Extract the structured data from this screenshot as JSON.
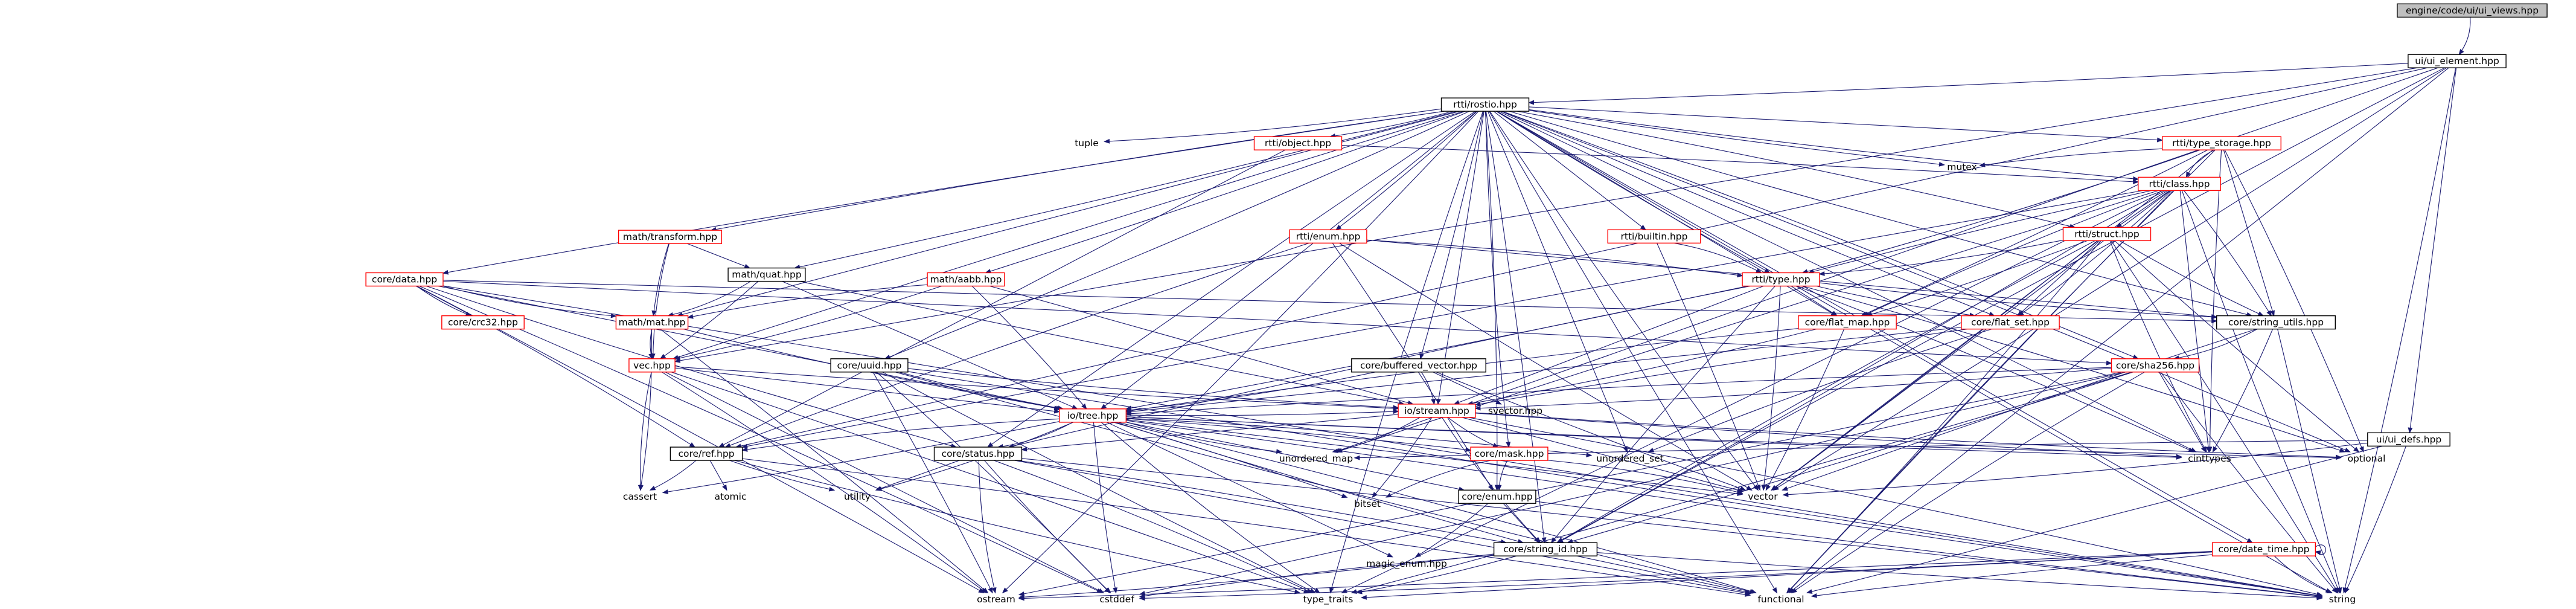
{
  "diagram": {
    "colors": {
      "root_fill": "#bfbfbf",
      "normal_fill": "#ffffff",
      "normal_border": "#000000",
      "linked_border": "#ff0000",
      "edge": "#191970",
      "text": "#000000"
    },
    "nodes": [
      {
        "id": "root",
        "label": "engine/code/ui/ui_views.hpp",
        "style": "root"
      },
      {
        "id": "ui_element",
        "label": "ui/ui_element.hpp",
        "style": "normal"
      },
      {
        "id": "rtti",
        "label": "rtti/rostio.hpp",
        "style": "normal"
      },
      {
        "id": "ui_defs",
        "label": "ui/ui_defs.hpp",
        "style": "normal"
      },
      {
        "id": "tuple",
        "label": "tuple",
        "style": "plain"
      },
      {
        "id": "rtti_object",
        "label": "rtti/object.hpp",
        "style": "linked"
      },
      {
        "id": "type_storage",
        "label": "rtti/type_storage.hpp",
        "style": "linked"
      },
      {
        "id": "mutex",
        "label": "mutex",
        "style": "plain"
      },
      {
        "id": "rtti_class",
        "label": "rtti/class.hpp",
        "style": "linked"
      },
      {
        "id": "rtti_struct",
        "label": "rtti/struct.hpp",
        "style": "linked"
      },
      {
        "id": "rtti_enum",
        "label": "rtti/enum.hpp",
        "style": "linked"
      },
      {
        "id": "rtti_builtin",
        "label": "rtti/builtin.hpp",
        "style": "linked"
      },
      {
        "id": "rtti_type",
        "label": "rtti/type.hpp",
        "style": "linked"
      },
      {
        "id": "math_transform",
        "label": "math/transform.hpp",
        "style": "linked"
      },
      {
        "id": "math_quat",
        "label": "math/quat.hpp",
        "style": "normal"
      },
      {
        "id": "math_aabb",
        "label": "math/aabb.hpp",
        "style": "linked"
      },
      {
        "id": "math_mat",
        "label": "math/mat.hpp",
        "style": "linked"
      },
      {
        "id": "vec",
        "label": "vec.hpp",
        "style": "linked"
      },
      {
        "id": "core_data",
        "label": "core/data.hpp",
        "style": "linked"
      },
      {
        "id": "core_crc32",
        "label": "core/crc32.hpp",
        "style": "linked"
      },
      {
        "id": "core_uuid",
        "label": "core/uuid.hpp",
        "style": "normal"
      },
      {
        "id": "buffered_vector",
        "label": "core/buffered_vector.hpp",
        "style": "normal"
      },
      {
        "id": "flat_map",
        "label": "core/flat_map.hpp",
        "style": "linked"
      },
      {
        "id": "flat_set",
        "label": "core/flat_set.hpp",
        "style": "linked"
      },
      {
        "id": "string_utils",
        "label": "core/string_utils.hpp",
        "style": "normal"
      },
      {
        "id": "sha256",
        "label": "core/sha256.hpp",
        "style": "linked"
      },
      {
        "id": "io_tree",
        "label": "io/tree.hpp",
        "style": "linked"
      },
      {
        "id": "io_stream",
        "label": "io/stream.hpp",
        "style": "linked"
      },
      {
        "id": "svector",
        "label": "svector.hpp",
        "style": "plain"
      },
      {
        "id": "core_ref",
        "label": "core/ref.hpp",
        "style": "normal"
      },
      {
        "id": "core_status",
        "label": "core/status.hpp",
        "style": "normal"
      },
      {
        "id": "core_mask",
        "label": "core/mask.hpp",
        "style": "linked"
      },
      {
        "id": "core_enum",
        "label": "core/enum.hpp",
        "style": "normal"
      },
      {
        "id": "magic_enum",
        "label": "magic_enum.hpp",
        "style": "plain"
      },
      {
        "id": "core_string_id",
        "label": "core/string_id.hpp",
        "style": "normal"
      },
      {
        "id": "date_time",
        "label": "core/date_time.hpp",
        "style": "linked"
      },
      {
        "id": "cassert",
        "label": "cassert",
        "style": "plain"
      },
      {
        "id": "atomic",
        "label": "atomic",
        "style": "plain"
      },
      {
        "id": "utility",
        "label": "utility",
        "style": "plain"
      },
      {
        "id": "unordered_map",
        "label": "unordered_map",
        "style": "plain"
      },
      {
        "id": "unordered_set",
        "label": "unordered_set",
        "style": "plain"
      },
      {
        "id": "bitset",
        "label": "bitset",
        "style": "plain"
      },
      {
        "id": "vector",
        "label": "vector",
        "style": "plain"
      },
      {
        "id": "cinttypes",
        "label": "cinttypes",
        "style": "plain"
      },
      {
        "id": "optional",
        "label": "optional",
        "style": "plain"
      },
      {
        "id": "cstddef",
        "label": "cstddef",
        "style": "plain"
      },
      {
        "id": "ostream",
        "label": "ostream",
        "style": "plain"
      },
      {
        "id": "type_traits",
        "label": "type_traits",
        "style": "plain"
      },
      {
        "id": "functional",
        "label": "functional",
        "style": "plain"
      },
      {
        "id": "string",
        "label": "string",
        "style": "plain"
      }
    ],
    "edges": [
      [
        "root",
        "ui_element"
      ],
      [
        "ui_element",
        "rtti"
      ],
      [
        "ui_element",
        "ui_defs"
      ],
      [
        "ui_element",
        "core_ref"
      ],
      [
        "ui_element",
        "vec"
      ],
      [
        "ui_element",
        "string"
      ],
      [
        "ui_element",
        "vector"
      ],
      [
        "ui_element",
        "functional"
      ],
      [
        "ui_element",
        "unordered_map"
      ],
      [
        "ui_element",
        "core_string_id"
      ],
      [
        "rtti",
        "tuple"
      ],
      [
        "rtti",
        "rtti_object"
      ],
      [
        "rtti",
        "type_storage"
      ],
      [
        "rtti",
        "mutex"
      ],
      [
        "rtti",
        "rtti_class"
      ],
      [
        "rtti",
        "rtti_struct"
      ],
      [
        "rtti",
        "rtti_enum"
      ],
      [
        "rtti",
        "rtti_builtin"
      ],
      [
        "rtti",
        "rtti_type"
      ],
      [
        "rtti",
        "math_transform"
      ],
      [
        "rtti",
        "math_quat"
      ],
      [
        "rtti",
        "math_aabb"
      ],
      [
        "rtti",
        "math_mat"
      ],
      [
        "rtti",
        "vec"
      ],
      [
        "rtti",
        "core_data"
      ],
      [
        "rtti",
        "core_uuid"
      ],
      [
        "rtti",
        "buffered_vector"
      ],
      [
        "rtti",
        "flat_map"
      ],
      [
        "rtti",
        "flat_set"
      ],
      [
        "rtti",
        "string_utils"
      ],
      [
        "rtti",
        "sha256"
      ],
      [
        "rtti",
        "io_tree"
      ],
      [
        "rtti",
        "io_stream"
      ],
      [
        "rtti",
        "core_status"
      ],
      [
        "rtti",
        "core_mask"
      ],
      [
        "rtti",
        "core_enum"
      ],
      [
        "rtti",
        "core_string_id"
      ],
      [
        "rtti",
        "date_time"
      ],
      [
        "rtti",
        "string"
      ],
      [
        "rtti",
        "vector"
      ],
      [
        "rtti",
        "optional"
      ],
      [
        "rtti",
        "cinttypes"
      ],
      [
        "rtti",
        "unordered_set"
      ],
      [
        "rtti",
        "functional"
      ],
      [
        "rtti",
        "type_traits"
      ],
      [
        "rtti",
        "ostream"
      ],
      [
        "rtti_object",
        "rtti_class"
      ],
      [
        "rtti_object",
        "core_ref"
      ],
      [
        "type_storage",
        "mutex"
      ],
      [
        "type_storage",
        "rtti_class"
      ],
      [
        "type_storage",
        "rtti_type"
      ],
      [
        "type_storage",
        "flat_map"
      ],
      [
        "type_storage",
        "string_utils"
      ],
      [
        "type_storage",
        "cinttypes"
      ],
      [
        "type_storage",
        "functional"
      ],
      [
        "type_storage",
        "optional"
      ],
      [
        "type_storage",
        "vector"
      ],
      [
        "rtti_class",
        "rtti_struct"
      ],
      [
        "rtti_class",
        "rtti_type"
      ],
      [
        "rtti_class",
        "flat_map"
      ],
      [
        "rtti_class",
        "flat_set"
      ],
      [
        "rtti_class",
        "string_utils"
      ],
      [
        "rtti_class",
        "cinttypes"
      ],
      [
        "rtti_class",
        "functional"
      ],
      [
        "rtti_class",
        "string"
      ],
      [
        "rtti_class",
        "core_string_id"
      ],
      [
        "rtti_class",
        "type_traits"
      ],
      [
        "rtti_class",
        "vector"
      ],
      [
        "rtti_class",
        "unordered_map"
      ],
      [
        "rtti_class",
        "core_ref"
      ],
      [
        "rtti_struct",
        "rtti_type"
      ],
      [
        "rtti_struct",
        "flat_map"
      ],
      [
        "rtti_struct",
        "flat_set"
      ],
      [
        "rtti_struct",
        "string_utils"
      ],
      [
        "rtti_struct",
        "cinttypes"
      ],
      [
        "rtti_struct",
        "functional"
      ],
      [
        "rtti_struct",
        "string"
      ],
      [
        "rtti_struct",
        "vector"
      ],
      [
        "rtti_struct",
        "optional"
      ],
      [
        "rtti_struct",
        "core_string_id"
      ],
      [
        "rtti_enum",
        "rtti_type"
      ],
      [
        "rtti_enum",
        "core_enum"
      ],
      [
        "rtti_enum",
        "string_utils"
      ],
      [
        "rtti_enum",
        "vector"
      ],
      [
        "rtti_enum",
        "core_ref"
      ],
      [
        "rtti_builtin",
        "rtti_type"
      ],
      [
        "rtti_builtin",
        "vector"
      ],
      [
        "rtti_type",
        "flat_map"
      ],
      [
        "rtti_type",
        "flat_set"
      ],
      [
        "rtti_type",
        "string_utils"
      ],
      [
        "rtti_type",
        "cinttypes"
      ],
      [
        "rtti_type",
        "io_tree"
      ],
      [
        "rtti_type",
        "io_stream"
      ],
      [
        "rtti_type",
        "core_string_id"
      ],
      [
        "rtti_type",
        "core_status"
      ],
      [
        "rtti_type",
        "optional"
      ],
      [
        "rtti_type",
        "vector"
      ],
      [
        "math_transform",
        "math_quat"
      ],
      [
        "math_transform",
        "math_mat"
      ],
      [
        "math_transform",
        "vec"
      ],
      [
        "math_quat",
        "math_mat"
      ],
      [
        "math_quat",
        "vec"
      ],
      [
        "math_quat",
        "io_tree"
      ],
      [
        "math_quat",
        "io_stream"
      ],
      [
        "math_aabb",
        "math_mat"
      ],
      [
        "math_aabb",
        "vec"
      ],
      [
        "math_aabb",
        "io_tree"
      ],
      [
        "math_aabb",
        "io_stream"
      ],
      [
        "math_mat",
        "vec"
      ],
      [
        "math_mat",
        "io_tree"
      ],
      [
        "math_mat",
        "cassert"
      ],
      [
        "math_mat",
        "ostream"
      ],
      [
        "vec",
        "io_tree"
      ],
      [
        "vec",
        "io_stream"
      ],
      [
        "vec",
        "cassert"
      ],
      [
        "vec",
        "ostream"
      ],
      [
        "vec",
        "type_traits"
      ],
      [
        "vec",
        "cstddef"
      ],
      [
        "core_data",
        "core_crc32"
      ],
      [
        "core_data",
        "math_mat"
      ],
      [
        "core_data",
        "core_ref"
      ],
      [
        "core_data",
        "sha256"
      ],
      [
        "core_data",
        "io_tree"
      ],
      [
        "core_data",
        "string_utils"
      ],
      [
        "core_data",
        "core_status"
      ],
      [
        "core_data",
        "cstddef"
      ],
      [
        "core_data",
        "ostream"
      ],
      [
        "core_data",
        "string"
      ],
      [
        "core_uuid",
        "io_tree"
      ],
      [
        "core_uuid",
        "io_stream"
      ],
      [
        "core_uuid",
        "cstddef"
      ],
      [
        "core_uuid",
        "ostream"
      ],
      [
        "core_uuid",
        "string"
      ],
      [
        "core_uuid",
        "type_traits"
      ],
      [
        "core_uuid",
        "functional"
      ],
      [
        "buffered_vector",
        "io_tree"
      ],
      [
        "buffered_vector",
        "io_stream"
      ],
      [
        "buffered_vector",
        "svector"
      ],
      [
        "buffered_vector",
        "vector"
      ],
      [
        "flat_map",
        "io_tree"
      ],
      [
        "flat_map",
        "io_stream"
      ],
      [
        "flat_map",
        "vector"
      ],
      [
        "flat_set",
        "io_tree"
      ],
      [
        "flat_set",
        "io_stream"
      ],
      [
        "flat_set",
        "unordered_set"
      ],
      [
        "string_utils",
        "sha256"
      ],
      [
        "string_utils",
        "cinttypes"
      ],
      [
        "string_utils",
        "string"
      ],
      [
        "string_utils",
        "vector"
      ],
      [
        "sha256",
        "io_tree"
      ],
      [
        "sha256",
        "io_stream"
      ],
      [
        "sha256",
        "core_string_id"
      ],
      [
        "sha256",
        "cinttypes"
      ],
      [
        "sha256",
        "string"
      ],
      [
        "sha256",
        "functional"
      ],
      [
        "sha256",
        "type_traits"
      ],
      [
        "sha256",
        "cstddef"
      ],
      [
        "sha256",
        "ostream"
      ],
      [
        "io_tree",
        "io_stream"
      ],
      [
        "io_tree",
        "core_ref"
      ],
      [
        "io_tree",
        "core_status"
      ],
      [
        "io_tree",
        "core_mask"
      ],
      [
        "io_tree",
        "core_enum"
      ],
      [
        "io_tree",
        "core_string_id"
      ],
      [
        "io_tree",
        "unordered_map"
      ],
      [
        "io_tree",
        "unordered_set"
      ],
      [
        "io_tree",
        "bitset"
      ],
      [
        "io_tree",
        "vector"
      ],
      [
        "io_tree",
        "cinttypes"
      ],
      [
        "io_tree",
        "optional"
      ],
      [
        "io_tree",
        "utility"
      ],
      [
        "io_tree",
        "cassert"
      ],
      [
        "io_tree",
        "magic_enum"
      ],
      [
        "io_tree",
        "cstddef"
      ],
      [
        "io_tree",
        "type_traits"
      ],
      [
        "io_tree",
        "functional"
      ],
      [
        "io_tree",
        "string"
      ],
      [
        "io_stream",
        "core_status"
      ],
      [
        "io_stream",
        "core_mask"
      ],
      [
        "io_stream",
        "core_string_id"
      ],
      [
        "io_stream",
        "unordered_map"
      ],
      [
        "io_stream",
        "bitset"
      ],
      [
        "io_stream",
        "vector"
      ],
      [
        "io_stream",
        "cinttypes"
      ],
      [
        "io_stream",
        "optional"
      ],
      [
        "io_stream",
        "string"
      ],
      [
        "core_ref",
        "cassert"
      ],
      [
        "core_ref",
        "atomic"
      ],
      [
        "core_ref",
        "utility"
      ],
      [
        "core_ref",
        "type_traits"
      ],
      [
        "core_ref",
        "functional"
      ],
      [
        "core_status",
        "core_string_id"
      ],
      [
        "core_status",
        "utility"
      ],
      [
        "core_status",
        "cstddef"
      ],
      [
        "core_status",
        "ostream"
      ],
      [
        "core_status",
        "type_traits"
      ],
      [
        "core_status",
        "string"
      ],
      [
        "core_status",
        "functional"
      ],
      [
        "core_mask",
        "core_enum"
      ],
      [
        "core_mask",
        "bitset"
      ],
      [
        "core_mask",
        "vector"
      ],
      [
        "core_enum",
        "magic_enum"
      ],
      [
        "core_enum",
        "core_string_id"
      ],
      [
        "core_enum",
        "string"
      ],
      [
        "core_string_id",
        "cstddef"
      ],
      [
        "core_string_id",
        "ostream"
      ],
      [
        "core_string_id",
        "type_traits"
      ],
      [
        "core_string_id",
        "functional"
      ],
      [
        "core_string_id",
        "string"
      ],
      [
        "date_time",
        "date_time"
      ],
      [
        "date_time",
        "cstddef"
      ],
      [
        "date_time",
        "ostream"
      ],
      [
        "date_time",
        "type_traits"
      ],
      [
        "date_time",
        "functional"
      ],
      [
        "date_time",
        "string"
      ],
      [
        "ui_defs",
        "vector"
      ],
      [
        "ui_defs",
        "string"
      ],
      [
        "ui_defs",
        "functional"
      ],
      [
        "ui_defs",
        "unordered_map"
      ]
    ]
  }
}
